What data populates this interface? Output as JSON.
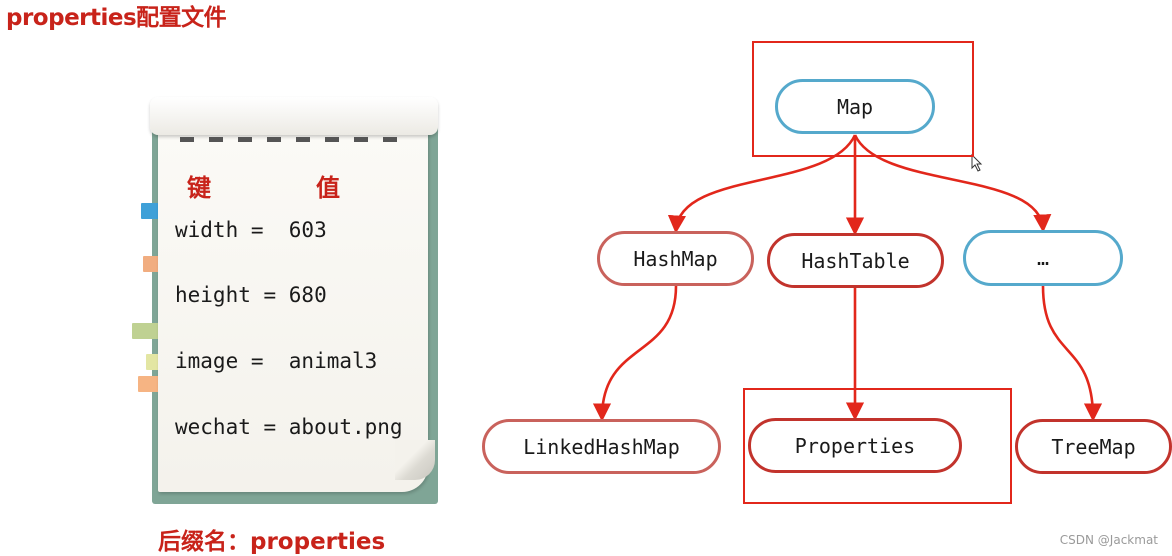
{
  "title": "properties配置文件",
  "notebook": {
    "header_key": "键",
    "header_value": "值",
    "entries": [
      {
        "line": "width =  603"
      },
      {
        "line": "height = 680"
      },
      {
        "line": "image =  animal3"
      },
      {
        "line": "wechat = about.png"
      }
    ],
    "suffix": "后缀名：properties"
  },
  "diagram": {
    "nodes": {
      "map": "Map",
      "hashmap": "HashMap",
      "hashtable": "HashTable",
      "ellipsis": "…",
      "linkedhashmap": "LinkedHashMap",
      "properties": "Properties",
      "treemap": "TreeMap"
    }
  },
  "colors": {
    "accent_red": "#c8231a",
    "border_blue": "#55a9cc",
    "border_red": "#c2332c",
    "notebook_green": "#7fa596"
  },
  "watermark": "CSDN @Jackmat"
}
